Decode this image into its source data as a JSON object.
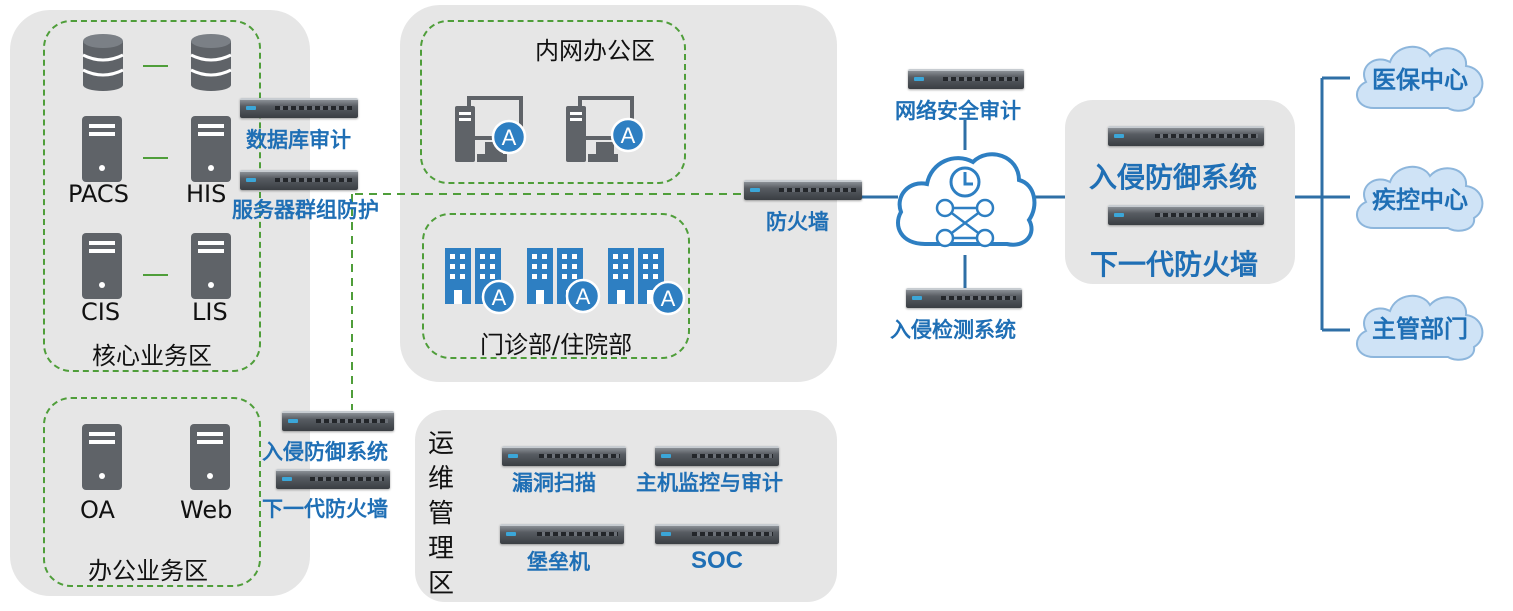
{
  "zones": {
    "core": "核心业务区",
    "office": "办公业务区",
    "intranet": "内网办公区",
    "clinic": "门诊部/住院部",
    "ops": "运维管理区"
  },
  "servers": {
    "pacs": "PACS",
    "his": "HIS",
    "cis": "CIS",
    "lis": "LIS",
    "oa": "OA",
    "web": "Web"
  },
  "devices": {
    "db_audit": "数据库审计",
    "server_protect": "服务器群组防护",
    "ips_left": "入侵防御系统",
    "ngfw_left": "下一代防火墙",
    "firewall": "防火墙",
    "net_audit": "网络安全审计",
    "ids": "入侵检测系统",
    "ips_right": "入侵防御系统",
    "ngfw_right": "下一代防火墙",
    "vuln_scan": "漏洞扫描",
    "host_audit": "主机监控与审计",
    "bastion": "堡垒机",
    "soc": "SOC"
  },
  "clouds": {
    "medical_insurance": "医保中心",
    "cdc": "疾控中心",
    "authority": "主管部门"
  },
  "badge_letter": "A",
  "colors": {
    "accent_blue": "#1f6fb5",
    "dash_green": "#4f9e3a",
    "zone_gray": "#e6e6e6",
    "icon_gray": "#5f6368"
  }
}
